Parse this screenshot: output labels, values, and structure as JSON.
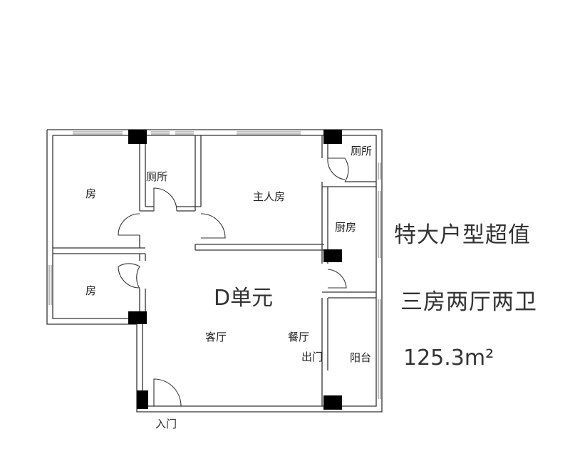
{
  "rooms": {
    "bedroom_top": "房",
    "bedroom_bottom": "房",
    "toilet_left": "厕所",
    "master_bedroom": "主人房",
    "toilet_right": "厕所",
    "kitchen": "厨房",
    "living_room": "客厅",
    "dining_room": "餐厅",
    "balcony": "阳台"
  },
  "labels": {
    "unit": "D单元",
    "exit": "出门",
    "entrance": "入门"
  },
  "side_text": {
    "headline": "特大户型超值",
    "layout": "三房两厅两卫",
    "area": "125.3m²"
  }
}
